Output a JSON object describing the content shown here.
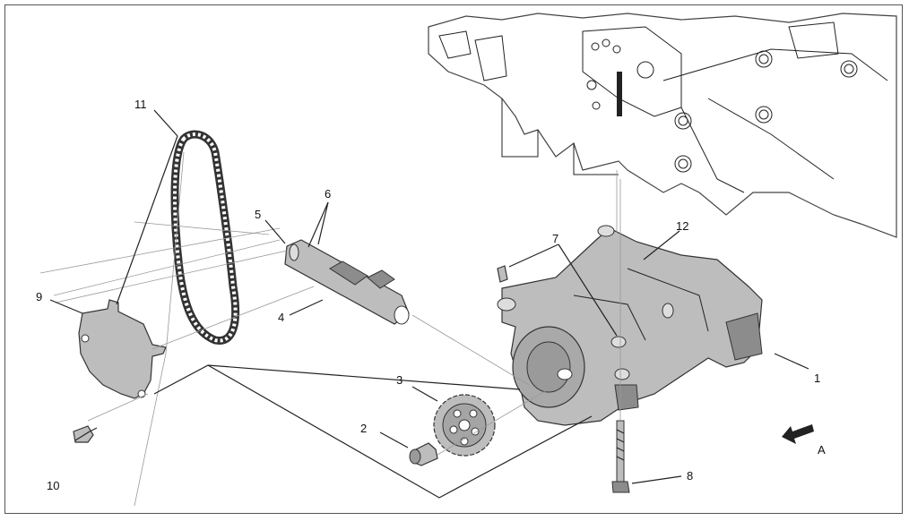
{
  "callouts": {
    "c1": "1",
    "c2": "2",
    "c3": "3",
    "c4": "4",
    "c5": "5",
    "c6": "6",
    "c7": "7",
    "c8": "8",
    "c9": "9",
    "c10": "10",
    "c11": "11",
    "c12": "12",
    "view_a": "A"
  },
  "colors": {
    "part_fill": "#bdbdbd",
    "line": "#333333",
    "background": "#ffffff"
  },
  "icons": {
    "view_arrow": "arrow-left-down-icon"
  }
}
